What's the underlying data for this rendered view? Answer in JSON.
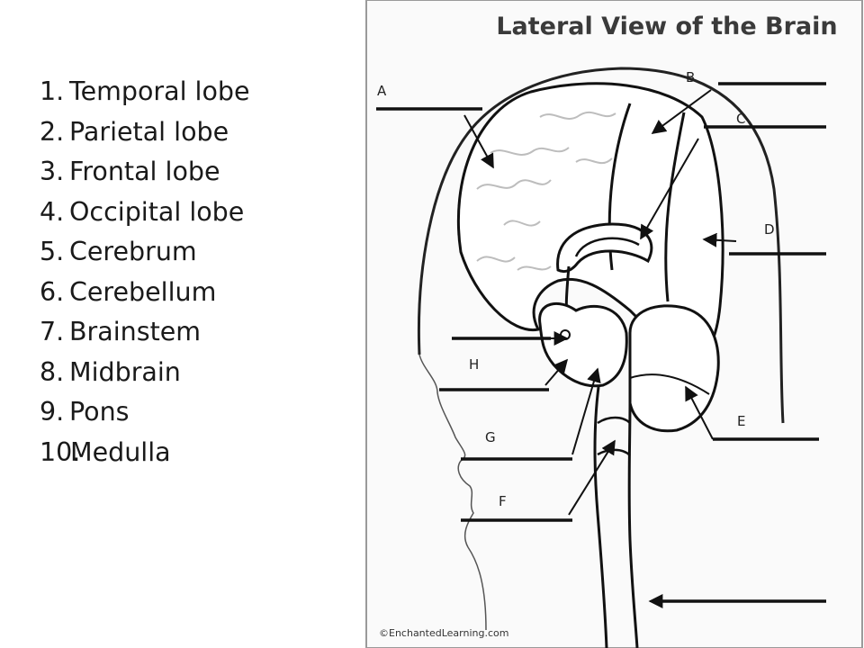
{
  "term_list": {
    "items": [
      {
        "number": "1.",
        "label": "Temporal lobe"
      },
      {
        "number": "2.",
        "label": "Parietal lobe"
      },
      {
        "number": "3.",
        "label": "Frontal lobe"
      },
      {
        "number": "4.",
        "label": "Occipital lobe"
      },
      {
        "number": "5.",
        "label": "Cerebrum"
      },
      {
        "number": "6.",
        "label": "Cerebellum"
      },
      {
        "number": "7.",
        "label": "Brainstem"
      },
      {
        "number": "8.",
        "label": "Midbrain"
      },
      {
        "number": "9.",
        "label": "Pons"
      },
      {
        "number": "10.",
        "label": "Medulla"
      }
    ]
  },
  "diagram": {
    "title": "Lateral View of the Brain",
    "credit": "©EnchantedLearning.com",
    "labels": {
      "a": "A",
      "b": "B",
      "c": "C",
      "d": "D",
      "e": "E",
      "f": "F",
      "g": "G",
      "h": "H"
    }
  }
}
